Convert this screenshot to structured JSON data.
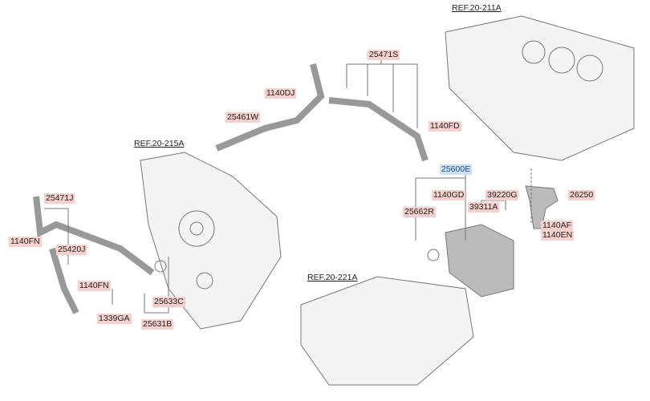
{
  "refs": {
    "block": "REF.20-211A",
    "front_cover": "REF.20-215A",
    "head": "REF.20-221A"
  },
  "parts": {
    "p25471S": "25471S",
    "p1140DJ": "1140DJ",
    "p25461W": "25461W",
    "p1140FD": "1140FD",
    "p25600E": "25600E",
    "p1140GD": "1140GD",
    "p39220G": "39220G",
    "p25662R": "25662R",
    "p39311A": "39311A",
    "p26250": "26250",
    "p1140AF": "1140AF",
    "p1140EN": "1140EN",
    "p25471J": "25471J",
    "p1140FN_a": "1140FN",
    "p25420J": "25420J",
    "p1140FN_b": "1140FN",
    "p25633C": "25633C",
    "p1339GA": "1339GA",
    "p25631B": "25631B"
  },
  "colors": {
    "label_bg": "#f6d0cc",
    "selected_bg": "#cfe0f5"
  }
}
